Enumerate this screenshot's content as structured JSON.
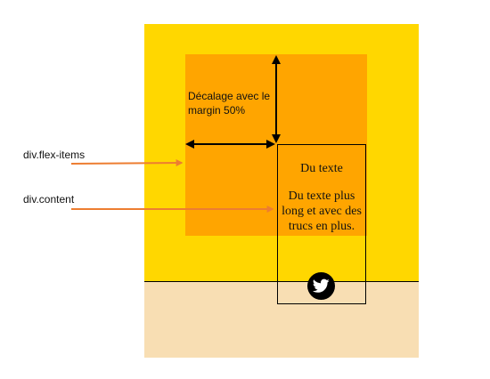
{
  "annotation": {
    "offset_text": "Décalage avec le margin 50%"
  },
  "labels": {
    "flex_items": "div.flex-items",
    "content": "div.content"
  },
  "content": {
    "title": "Du texte",
    "text": "Du texte plus long et avec des trucs en plus."
  },
  "icons": {
    "social": "twitter-bird-icon"
  },
  "colors": {
    "container": "#ffd700",
    "flex_items": "#ffa500",
    "footer": "#f8deb3",
    "pointer": "#ed7d31"
  }
}
